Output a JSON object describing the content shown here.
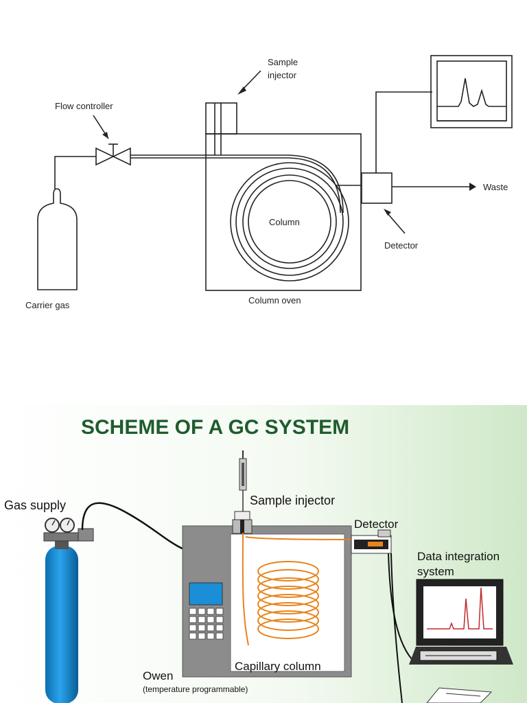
{
  "schematic": {
    "labels": {
      "sample_injector_l1": "Sample",
      "sample_injector_l2": "injector",
      "flow_controller": "Flow controller",
      "waste": "Waste",
      "column": "Column",
      "detector": "Detector",
      "carrier_gas": "Carrier gas",
      "column_oven": "Column oven"
    }
  },
  "scheme": {
    "title": "SCHEME OF A GC SYSTEM",
    "labels": {
      "gas_supply": "Gas supply",
      "sample_injector": "Sample injector",
      "detector": "Detector",
      "data_integration_l1": "Data integration",
      "data_integration_l2": "system",
      "capillary_column": "Capillary column",
      "oven": "Owen",
      "temperature_note": "(temperature programmable)"
    }
  },
  "colors": {
    "title_green": "#1f5c2e",
    "cylinder_blue": "#1a8fd8",
    "column_orange": "#e8841c",
    "oven_grey": "#8c8c8c",
    "peak_red": "#c0282a"
  }
}
